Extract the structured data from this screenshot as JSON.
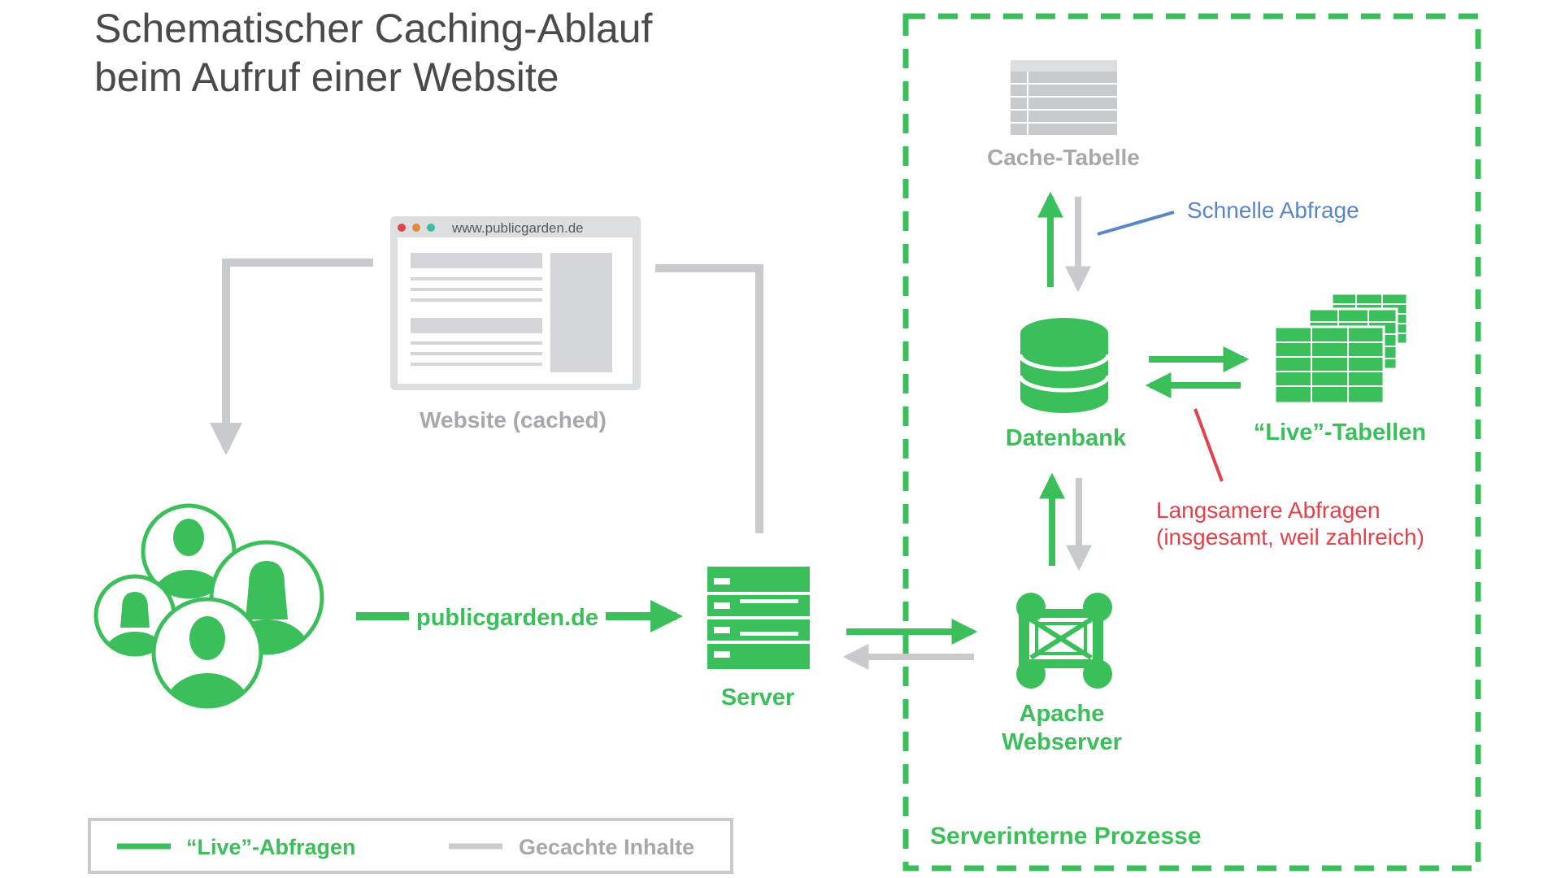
{
  "title": {
    "line1": "Schematischer Caching-Ablauf",
    "line2": "beim Aufruf einer Website"
  },
  "browser": {
    "url": "www.publicgarden.de",
    "caption": "Website (cached)"
  },
  "users": {
    "icon": "users-group-icon"
  },
  "request_label": "publicgarden.de",
  "server": {
    "label": "Server",
    "icon": "server-icon"
  },
  "internal": {
    "title": "Serverinterne Prozesse",
    "cache_table": "Cache-Tabelle",
    "fast_query": "Schnelle Abfrage",
    "database": "Datenbank",
    "live_tables": "“Live”-Tabellen",
    "slow_query_line1": "Langsamere Abfragen",
    "slow_query_line2": "(insgesamt, weil zahlreich)",
    "apache_line1": "Apache",
    "apache_line2": "Webserver"
  },
  "legend": {
    "live": "“Live”-Abfragen",
    "cached": "Gecachte Inhalte"
  },
  "colors": {
    "green": "#3bbf5a",
    "gray": "#c8cacd",
    "blue": "#5b86c6",
    "red": "#e2434b",
    "text_dark": "#4a4a4a"
  }
}
